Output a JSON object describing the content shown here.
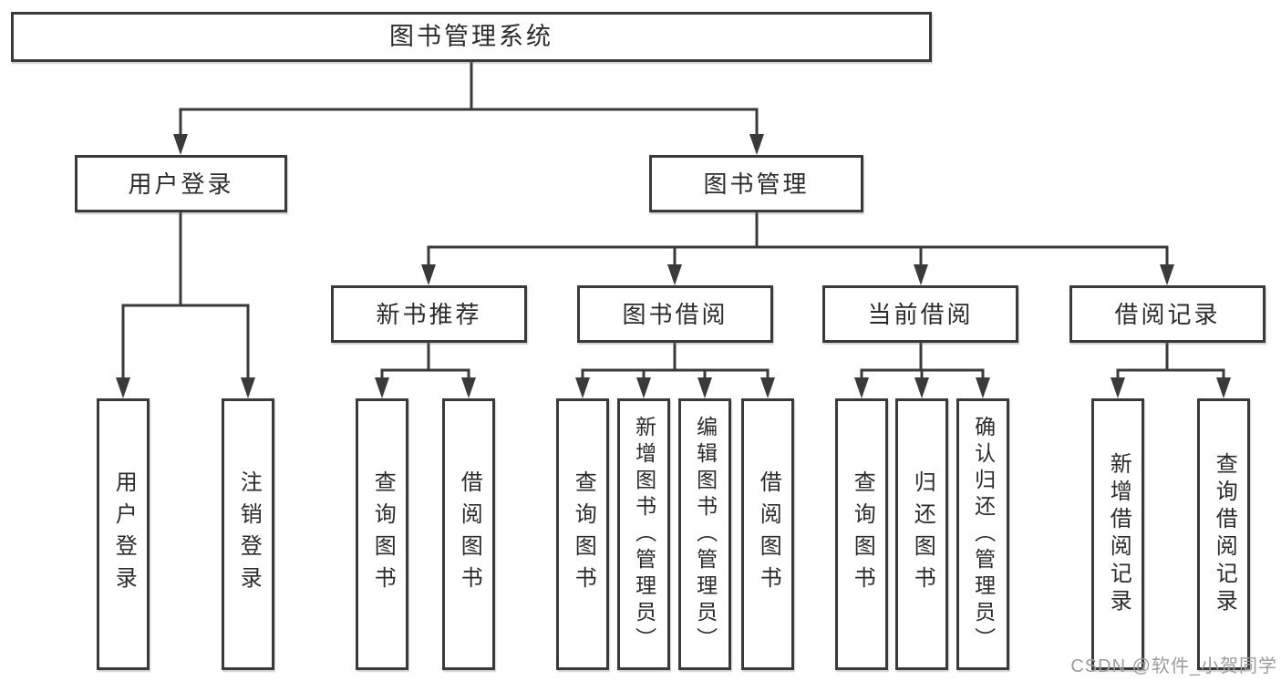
{
  "diagram": {
    "root": "图书管理系统",
    "level2": {
      "user_login": "用户登录",
      "book_mgmt": "图书管理"
    },
    "level3": {
      "new_books": "新书推荐",
      "book_borrow": "图书借阅",
      "current_borrow": "当前借阅",
      "borrow_records": "借阅记录"
    },
    "leaves": {
      "user_login": [
        "用户登录",
        "注销登录"
      ],
      "new_books": [
        "查询图书",
        "借阅图书"
      ],
      "book_borrow": [
        "查询图书",
        "新增图书（管理员）",
        "编辑图书（管理员）",
        "借阅图书"
      ],
      "current_borrow": [
        "查询图书",
        "归还图书",
        "确认归还（管理员）"
      ],
      "borrow_records": [
        "新增借阅记录",
        "查询借阅记录"
      ]
    }
  },
  "watermark": "CSDN @软件_小贺同学",
  "colors": {
    "line": "#3a3a3a",
    "text": "#2b2b2b",
    "watermark": "#9c9c9c",
    "background": "#ffffff"
  }
}
